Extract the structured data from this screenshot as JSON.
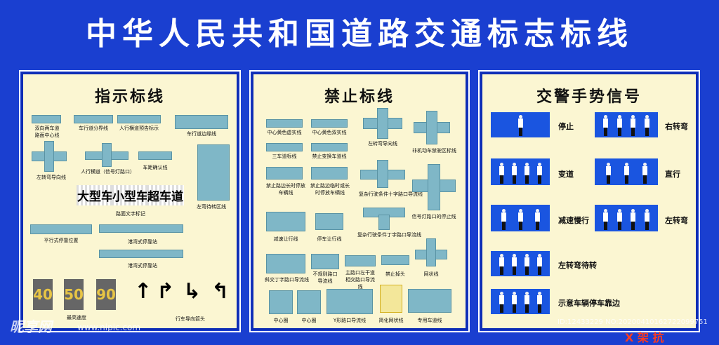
{
  "title": "中华人民共和国道路交通标志标线",
  "panels": {
    "guide": {
      "title": "指示标线",
      "items": {
        "two_way": "双向两车道路面中心线",
        "lane_divider": "车行道分界线",
        "crosswalk_warning": "人行横道预告标示",
        "edge_line": "车行道边缘线",
        "left_turn_guide": "左转弯导向线",
        "crosswalk_signal": "人行横道（信号灯路口）",
        "distance_confirm": "车距确认线",
        "left_turn_wait": "左弯待转区线",
        "road_text": "路面文字标记",
        "parallel_parking": "平行式停靠位置",
        "bay_stop_1": "港湾式停靠站",
        "bay_stop_2": "港湾式停靠站",
        "max_speed": "最高速度",
        "lane_arrow": "行车导向箭头"
      },
      "text_marks": [
        "大型车",
        "小型车",
        "超车道"
      ],
      "speeds": [
        "40",
        "50",
        "90"
      ],
      "arrows": [
        "↑",
        "↱",
        "↳",
        "↰"
      ]
    },
    "prohibit": {
      "title": "禁止标线",
      "items": {
        "center_yellow_dash": "中心黄色虚实线",
        "center_yellow_solid": "中心黄色双实线",
        "lane_change": "三车道标线",
        "no_lane_change": "禁止变换车道线",
        "left_turn_line": "左转弯导向线",
        "no_parking": "非机动车禁驶区标线",
        "no_stop_1": "禁止路边长时停放车辆线",
        "no_stop_2": "禁止路边临时或长时停放车辆线",
        "complex_intersection": "复杂行驶条件十字路口导流线",
        "signal_intersection": "信号灯路口的停止线",
        "slow_line": "减速让行线",
        "stop_line": "停车让行线",
        "complex_t": "复杂行驶条件丁字路口导流线",
        "oblique_t": "斜交丁字路口导流线",
        "irregular": "不规则路口导流线",
        "main_road": "主路口左干道相交路口导流线",
        "no_uturn": "禁止掉头",
        "grid": "网状线",
        "center_circle_1": "中心圈",
        "center_circle_2": "中心圈",
        "y_intersection": "Y形路口导流线",
        "simple_grid": "简化网状线",
        "exclusive_lane": "专用车道线"
      }
    },
    "police": {
      "title": "交警手势信号",
      "signals": {
        "stop": "停止",
        "right_turn": "右转弯",
        "lane_change": "变道",
        "straight": "直行",
        "slow": "减速慢行",
        "left_turn": "左转弯",
        "left_wait": "左转弯待转",
        "pull_over": "示意车辆停车靠边"
      }
    }
  },
  "watermark": {
    "logo": "昵享网",
    "url": "www.nipic.com",
    "id": "ID:12433229 NO:20200410162722099751"
  },
  "corner_text": "X 架 抗",
  "colors": {
    "background": "#1a3fd0",
    "panel": "#fbf6d2",
    "road": "#7fb7c7",
    "gesture_bg": "#1a55e0"
  }
}
